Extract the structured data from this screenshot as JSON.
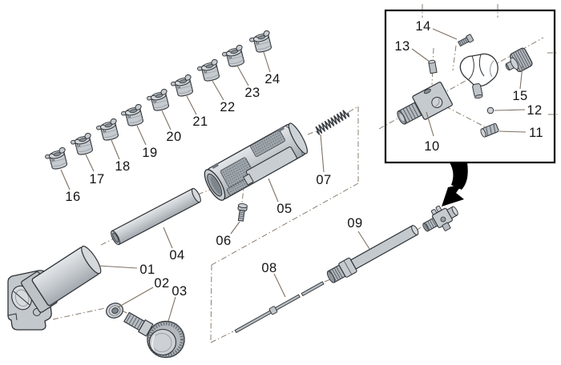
{
  "diagram": {
    "background": "#ffffff",
    "colors": {
      "part_fill": "#c7ccd1",
      "part_fill_dark": "#9aa1a7",
      "part_outline": "#2e3236",
      "leader_line": "#7d7164",
      "centerline": "#8a7d6e",
      "label_text": "#141414",
      "inset_border": "#000000",
      "pointer_arrow": "#000000",
      "texture_dots": "#565d63"
    },
    "part_labels": [
      "01",
      "02",
      "03",
      "04",
      "05",
      "06",
      "07",
      "08",
      "09",
      "10",
      "11",
      "12",
      "13",
      "14",
      "15",
      "16",
      "17",
      "18",
      "19",
      "20",
      "21",
      "22",
      "23",
      "24"
    ]
  }
}
